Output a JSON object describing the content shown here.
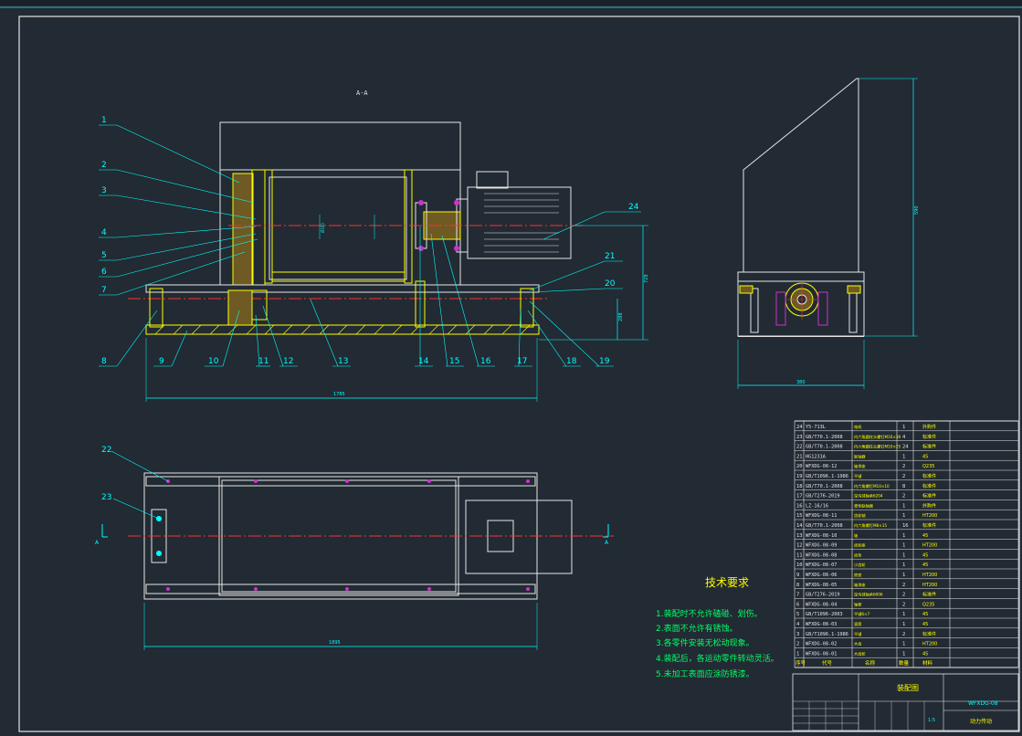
{
  "section_label": "A-A",
  "dims": {
    "overall_length": "1785",
    "base_length": "1895",
    "side_width": "380",
    "side_height": "590",
    "right_h1": "728",
    "right_h2": "288",
    "small_dim": "Ø300"
  },
  "callouts_left": [
    "1",
    "2",
    "3",
    "4",
    "5",
    "6",
    "7",
    "8"
  ],
  "callouts_bottom": [
    "9",
    "10",
    "11",
    "12",
    "13",
    "14",
    "15",
    "16",
    "17",
    "18",
    "19"
  ],
  "callouts_right": [
    "20",
    "21",
    "24"
  ],
  "callouts_plan": [
    "22",
    "23"
  ],
  "section_marks": [
    "A",
    "A"
  ],
  "tech_title": "技术要求",
  "tech_notes": [
    "1.装配时不允许磕碰、划伤。",
    "2.表面不允许有锈蚀。",
    "3.各零件安装无松动现象。",
    "4.装配后，各运动零件转动灵活。",
    "5.未加工表面应涂防锈漆。"
  ],
  "bom": [
    {
      "no": "24",
      "code": "Y5-713L",
      "name": "电机",
      "qty": "1",
      "mat": "外购件"
    },
    {
      "no": "23",
      "code": "GB/T70.1-2008",
      "name": "内六角圆柱头螺钉M16×30",
      "qty": "4",
      "mat": "标准件"
    },
    {
      "no": "22",
      "code": "GB/T70.1-2008",
      "name": "内六角圆柱头螺钉M10×25",
      "qty": "24",
      "mat": "标准件"
    },
    {
      "no": "21",
      "code": "HG1231A",
      "name": "联轴器",
      "qty": "1",
      "mat": "45"
    },
    {
      "no": "20",
      "code": "WFXDG-08-12",
      "name": "轴承座",
      "qty": "2",
      "mat": "Q235"
    },
    {
      "no": "19",
      "code": "GB/T1096.1-1986",
      "name": "平键",
      "qty": "2",
      "mat": "标准件"
    },
    {
      "no": "18",
      "code": "GB/T70.1-2008",
      "name": "内六角螺钉M10×10",
      "qty": "8",
      "mat": "标准件"
    },
    {
      "no": "17",
      "code": "GB/T276-2019",
      "name": "深沟球轴承6204",
      "qty": "2",
      "mat": "标准件"
    },
    {
      "no": "16",
      "code": "LZ-16/16",
      "name": "弹性联轴器",
      "qty": "1",
      "mat": "外购件"
    },
    {
      "no": "15",
      "code": "WFXDG-08-11",
      "name": "齿轮轴",
      "qty": "1",
      "mat": "HT200"
    },
    {
      "no": "14",
      "code": "GB/T70.1-2008",
      "name": "内六角螺钉M8×15",
      "qty": "16",
      "mat": "标准件"
    },
    {
      "no": "13",
      "code": "WFXDG-08-10",
      "name": "轴",
      "qty": "1",
      "mat": "45"
    },
    {
      "no": "12",
      "code": "WFXDG-08-09",
      "name": "齿轮座",
      "qty": "1",
      "mat": "HT200"
    },
    {
      "no": "11",
      "code": "WFXDG-08-08",
      "name": "齿条",
      "qty": "1",
      "mat": "45"
    },
    {
      "no": "10",
      "code": "WFXDG-08-07",
      "name": "小齿轮",
      "qty": "1",
      "mat": "45"
    },
    {
      "no": "9",
      "code": "WFXDG-08-06",
      "name": "底座",
      "qty": "1",
      "mat": "HT200"
    },
    {
      "no": "8",
      "code": "WFXDG-08-05",
      "name": "轴承座",
      "qty": "2",
      "mat": "HT200"
    },
    {
      "no": "7",
      "code": "GB/T276-2019",
      "name": "深沟球轴承6006",
      "qty": "2",
      "mat": "标准件"
    },
    {
      "no": "6",
      "code": "WFXDG-08-04",
      "name": "轴套",
      "qty": "2",
      "mat": "Q235"
    },
    {
      "no": "5",
      "code": "GB/T1096-2003",
      "name": "平键6×7",
      "qty": "1",
      "mat": "45"
    },
    {
      "no": "4",
      "code": "WFXDG-08-03",
      "name": "滚筒",
      "qty": "1",
      "mat": "45"
    },
    {
      "no": "3",
      "code": "GB/T1096.1-1986",
      "name": "平键",
      "qty": "2",
      "mat": "标准件"
    },
    {
      "no": "2",
      "code": "WFXDG-08-02",
      "name": "大齿",
      "qty": "1",
      "mat": "HT200"
    },
    {
      "no": "1",
      "code": "WFXDG-08-01",
      "name": "大齿轮",
      "qty": "1",
      "mat": "45"
    }
  ],
  "bom_header": [
    "序号",
    "代号",
    "名称",
    "数量",
    "材料"
  ],
  "title_block": {
    "assembly_name": "装配图",
    "drawing_code": "WFXDG-08",
    "part_label": "动力传动",
    "scale": "1:5"
  },
  "colors": {
    "bg": "#222a33",
    "white": "#e6e6e6",
    "cyan": "#00ffff",
    "yellow": "#ffff00",
    "red": "#ff3030",
    "green": "#00ff66"
  }
}
